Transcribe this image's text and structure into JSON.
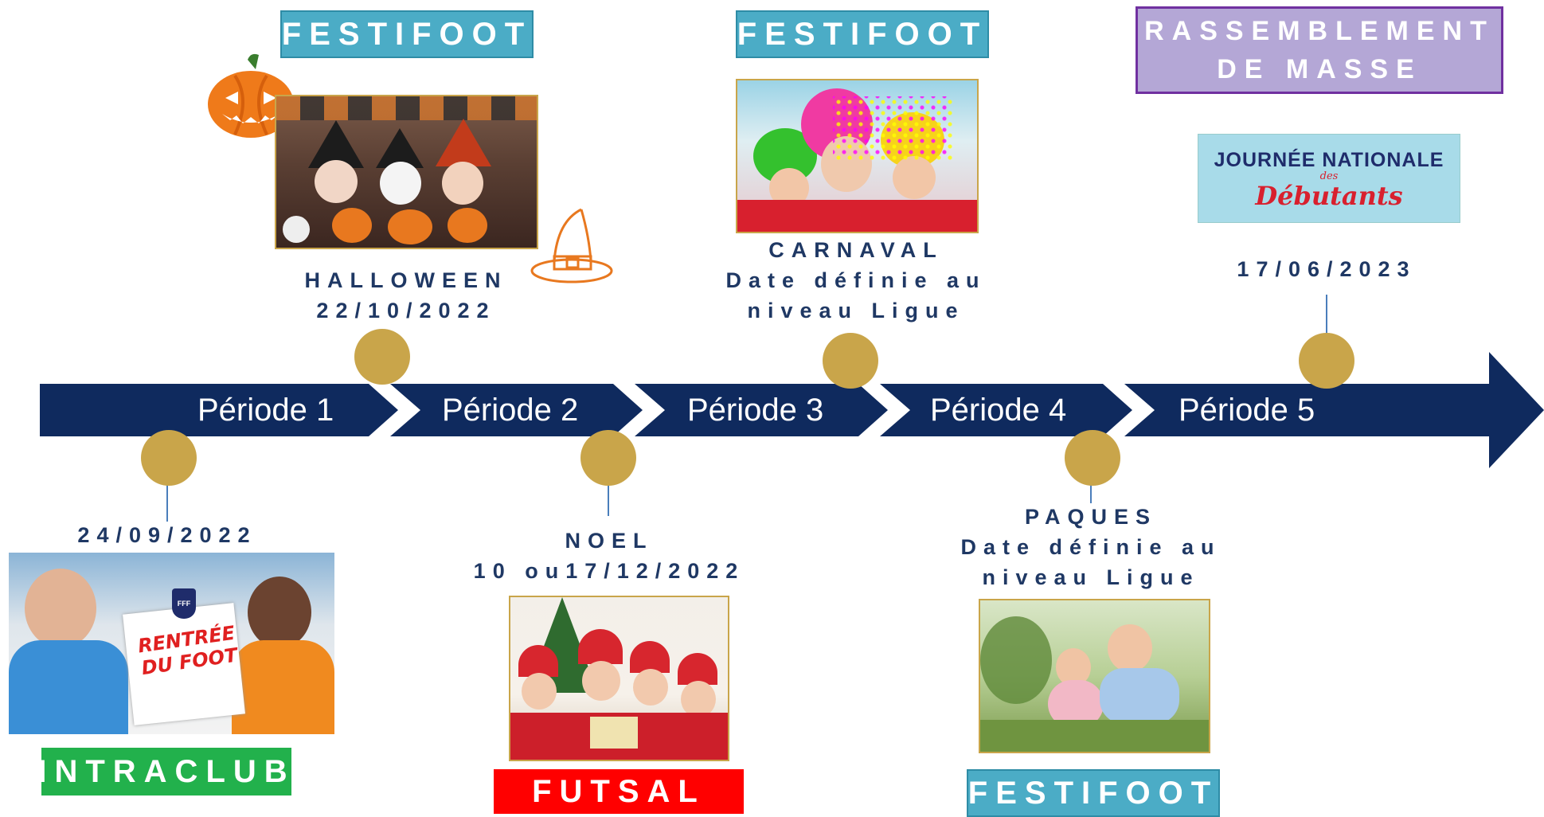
{
  "tags": {
    "festifoot_1": "FESTIFOOT",
    "festifoot_2": "FESTIFOOT",
    "festifoot_3": "FESTIFOOT",
    "rassemblement_line1": "RASSEMBLEMENT",
    "rassemblement_line2": "DE MASSE",
    "intraclub": "INTRACLUB",
    "futsal": "FUTSAL"
  },
  "timeline": {
    "periods": [
      "Période 1",
      "Période 2",
      "Période 3",
      "Période 4",
      "Période 5"
    ]
  },
  "events": {
    "halloween": {
      "line1": "HALLOWEEN",
      "line2": "22/10/2022"
    },
    "carnaval": {
      "line1": "CARNAVAL",
      "line2": "Date définie au",
      "line3": "niveau Ligue"
    },
    "debutants": {
      "date": "17/06/2023"
    },
    "rentree": {
      "date": "24/09/2022"
    },
    "noel": {
      "line1": "NOEL",
      "line2": "10 ou17/12/2022"
    },
    "paques": {
      "line1": "PAQUES",
      "line2": "Date définie au",
      "line3": "niveau Ligue"
    }
  },
  "logos": {
    "journee_line1": "JOURNÉE NATIONALE",
    "journee_des": "des",
    "journee_line2": "Débutants",
    "rentree_line1": "RENTRÉE",
    "rentree_line2": "DU FOOT",
    "fff": "FFF"
  },
  "colors": {
    "arrow": "#0f2a5e",
    "dot": "#c9a54a",
    "label": "#1f3864",
    "festifoot": "#4bacc6",
    "intraclub": "#22b14c",
    "futsal": "#ff0000",
    "masse": "#b4a7d6"
  },
  "icons": [
    "pumpkin-icon",
    "witch-hat-icon"
  ]
}
